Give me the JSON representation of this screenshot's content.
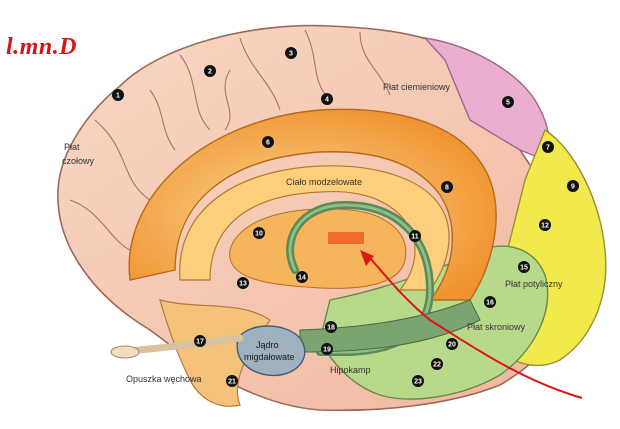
{
  "watermark": "l.mn.D",
  "region_labels": {
    "frontal_line1": "Płat",
    "frontal_line2": "czołowy",
    "parietal": "Płat ciemieniowy",
    "corpus_callosum": "Ciało modzelowate",
    "occipital": "Płat potyliczny",
    "temporal": "Płat skroniowy",
    "amygdala_line1": "Jądro",
    "amygdala_line2": "migdałowate",
    "hippocampus": "Hipokamp",
    "olfactory_bulb": "Opuszka węchowa"
  },
  "markers": [
    "1",
    "2",
    "3",
    "4",
    "5",
    "6",
    "7",
    "8",
    "9",
    "10",
    "11",
    "12",
    "13",
    "14",
    "15",
    "16",
    "17",
    "18",
    "19",
    "20",
    "21",
    "22",
    "23"
  ],
  "colors": {
    "frontal": "#f6c9b3",
    "parietal": "#ebaed0",
    "occipital": "#f2e94d",
    "temporal": "#b9d98a",
    "limbic": "#f4a84c",
    "limbic_inner": "#fbcf7c",
    "fornix": "#5a8a56",
    "amygdala": "#9fb0bf",
    "annotation": "#e01515"
  }
}
